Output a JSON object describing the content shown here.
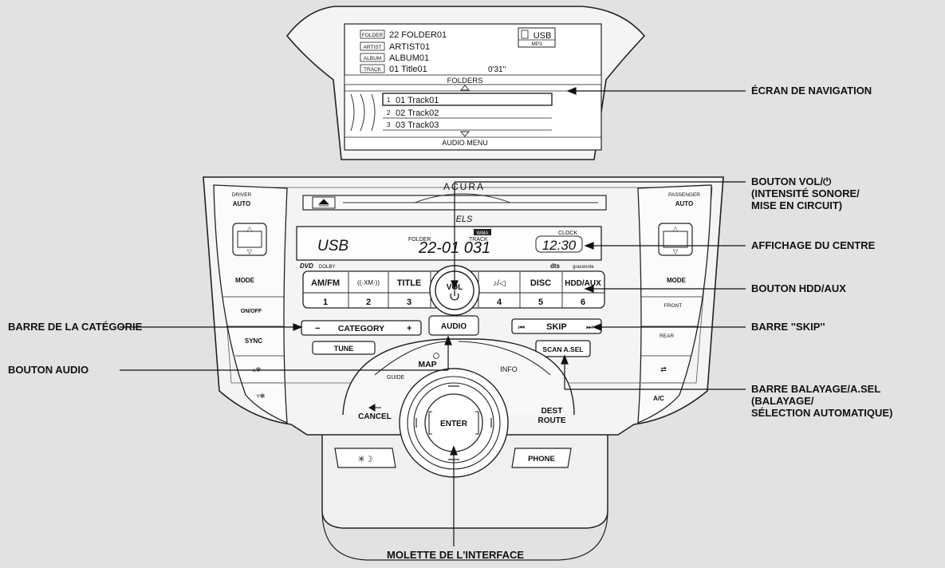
{
  "screen": {
    "tags": [
      "FOLDER",
      "ARTIST",
      "ALBUM",
      "TRACK"
    ],
    "folder": "22 FOLDER01",
    "artist": "ARTIST01",
    "album": "ALBUM01",
    "track": "01 Title01",
    "time": "0'31''",
    "source": "USB",
    "format": "MP3",
    "folders_tab": "FOLDERS",
    "tracks": [
      {
        "num": "1",
        "name": "01 Track01"
      },
      {
        "num": "2",
        "name": "02 Track02"
      },
      {
        "num": "3",
        "name": "03 Track03"
      }
    ],
    "menu_tab": "AUDIO MENU"
  },
  "panel": {
    "brand": "ACURA",
    "driver_label_1": "DRIVER",
    "driver_label_2": "AUTO",
    "passenger_label_1": "PASSENGER",
    "passenger_label_2": "AUTO",
    "mode_left": "MODE",
    "mode_right": "MODE",
    "fan_onoff": "ON/OFF",
    "sync": "SYNC",
    "front": "FRONT",
    "rear": "REAR",
    "ac": "A/C",
    "els": "ELS",
    "display_source": "USB",
    "display_folder_label": "FOLDER",
    "display_track_label": "TRACK",
    "display_wma": "WMA",
    "display_numbers": "22-01 031",
    "display_clock_label": "CLOCK",
    "display_clock": "12:30",
    "dvd": "DVD",
    "dolby": "DOLBY",
    "dts": "dts",
    "gracenote": "gracenote",
    "presets": [
      {
        "name": "AM/FM",
        "num": "1"
      },
      {
        "name": "((·XM·))",
        "num": "2"
      },
      {
        "name": "TITLE",
        "num": "3"
      },
      {
        "name": "♪/◁",
        "num": "4"
      },
      {
        "name": "DISC",
        "num": "5"
      },
      {
        "name": "HDD/AUX",
        "num": "6"
      }
    ],
    "vol": "VOL",
    "audio": "AUDIO",
    "category": "CATEGORY",
    "tune": "TUNE",
    "skip": "SKIP",
    "scan": "SCAN A.SEL",
    "map": "MAP",
    "info": "INFO",
    "guide": "GUIDE",
    "cancel": "CANCEL",
    "dest_1": "DEST",
    "dest_2": "ROUTE",
    "enter": "ENTER",
    "phone": "PHONE",
    "daynight": "✳☽"
  },
  "callouts": {
    "nav_screen": [
      "ÉCRAN DE NAVIGATION"
    ],
    "vol_button": [
      "BOUTON VOL/⏻",
      "(INTENSITÉ SONORE/",
      "MISE EN CIRCUIT)"
    ],
    "center_display": [
      "AFFICHAGE DU CENTRE"
    ],
    "hdd_aux": [
      "BOUTON HDD/AUX"
    ],
    "skip_bar": [
      "BARRE ''SKIP''"
    ],
    "scan_bar": [
      "BARRE BALAYAGE/A.SEL",
      "(BALAYAGE/",
      "SÉLECTION AUTOMATIQUE)"
    ],
    "category_bar": [
      "BARRE DE LA CATÉGORIE"
    ],
    "audio_button": [
      "BOUTON AUDIO"
    ],
    "knob": [
      "MOLETTE DE L'INTERFACE"
    ]
  }
}
